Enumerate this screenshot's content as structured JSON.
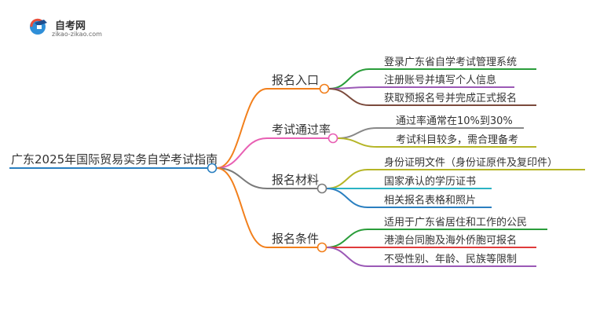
{
  "logo": {
    "brand": "自考网",
    "domain": "zikao-zikao.com",
    "icon": "mortarboard-icon"
  },
  "mindmap": {
    "root": "广东2025年国际贸易实务自学考试指南",
    "branches": [
      {
        "label": "报名入口",
        "color": "#f27f1b",
        "leaves": [
          {
            "text": "登录广东省自学考试管理系统",
            "color": "#2a9d3a"
          },
          {
            "text": "注册账号并填写个人信息",
            "color": "#9b59b6"
          },
          {
            "text": "获取预报名号并完成正式报名",
            "color": "#7b4a3c"
          }
        ]
      },
      {
        "label": "考试通过率",
        "color": "#e85fb3",
        "leaves": [
          {
            "text": "通过率通常在10%到30%",
            "color": "#888888"
          },
          {
            "text": "考试科目较多，需合理备考",
            "color": "#b5b526"
          }
        ]
      },
      {
        "label": "报名材料",
        "color": "#7a7a7a",
        "leaves": [
          {
            "text": "身份证明文件（身份证原件及复印件）",
            "color": "#b5b526"
          },
          {
            "text": "国家承认的学历证书",
            "color": "#2bb3c4"
          },
          {
            "text": "相关报名表格和照片",
            "color": "#2a7fc0"
          }
        ]
      },
      {
        "label": "报名条件",
        "color": "#f27f1b",
        "leaves": [
          {
            "text": "适用于广东省居住和工作的公民",
            "color": "#2a9d3a"
          },
          {
            "text": "港澳台同胞及海外侨胞可报名",
            "color": "#e03b3b"
          },
          {
            "text": "不受性别、年龄、民族等限制",
            "color": "#9b59b6"
          }
        ]
      }
    ]
  }
}
